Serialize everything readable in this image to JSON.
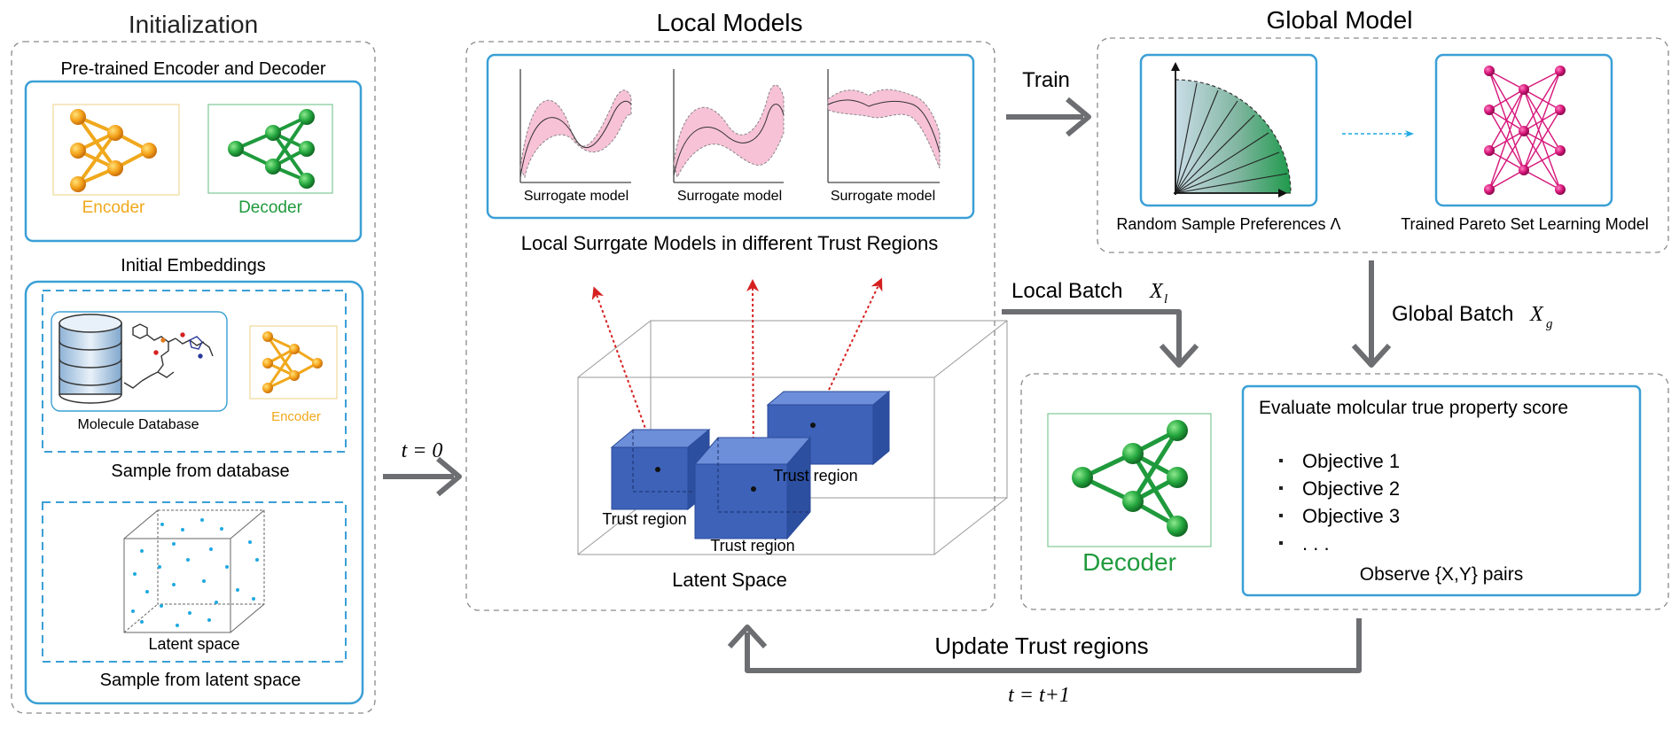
{
  "initialization": {
    "title": "Initialization",
    "pretrained": {
      "title": "Pre-trained Encoder and Decoder",
      "encoder_label": "Encoder",
      "decoder_label": "Decoder"
    },
    "embeddings": {
      "title": "Initial Embeddings",
      "molecule_db_label": "Molecule Database",
      "encoder_label": "Encoder",
      "sample_db_caption": "Sample from database",
      "latent_label": "Latent space",
      "sample_latent_caption": "Sample from latent space"
    }
  },
  "arrows": {
    "t0_label": "t = 0",
    "train_label": "Train",
    "local_batch_label": "Local Batch",
    "local_batch_var": "X",
    "local_batch_sub": "l",
    "global_batch_label": "Global Batch",
    "global_batch_var": "X",
    "global_batch_sub": "g",
    "update_label": "Update Trust regions",
    "t_update_label": "t = t+1"
  },
  "local_models": {
    "title": "Local Models",
    "surrogate_labels": [
      "Surrogate model",
      "Surrogate model",
      "Surrogate model"
    ],
    "surrogate_caption": "Local Surrgate Models in different Trust Regions",
    "trust_region_labels": [
      "Trust region",
      "Trust region",
      "Trust region"
    ],
    "latent_caption": "Latent Space"
  },
  "global_model": {
    "title": "Global Model",
    "preferences_label": "Random Sample Preferences Λ",
    "pareto_label": "Trained Pareto Set Learning Model"
  },
  "evaluation": {
    "decoder_label": "Decoder",
    "title": "Evaluate molcular true property score",
    "objectives": [
      "Objective 1",
      "Objective 2",
      "Objective 3",
      ". . ."
    ],
    "observe_label": "Observe {X,Y} pairs"
  },
  "colors": {
    "encoder": "#f0a81c",
    "decoder": "#1f9a3c",
    "pareto_net": "#d6157a",
    "box_blue": "#3a9fd6",
    "cube_blue": "#3d62b8",
    "arrow_gray": "#6d6e71",
    "dash_red": "#d62020"
  }
}
